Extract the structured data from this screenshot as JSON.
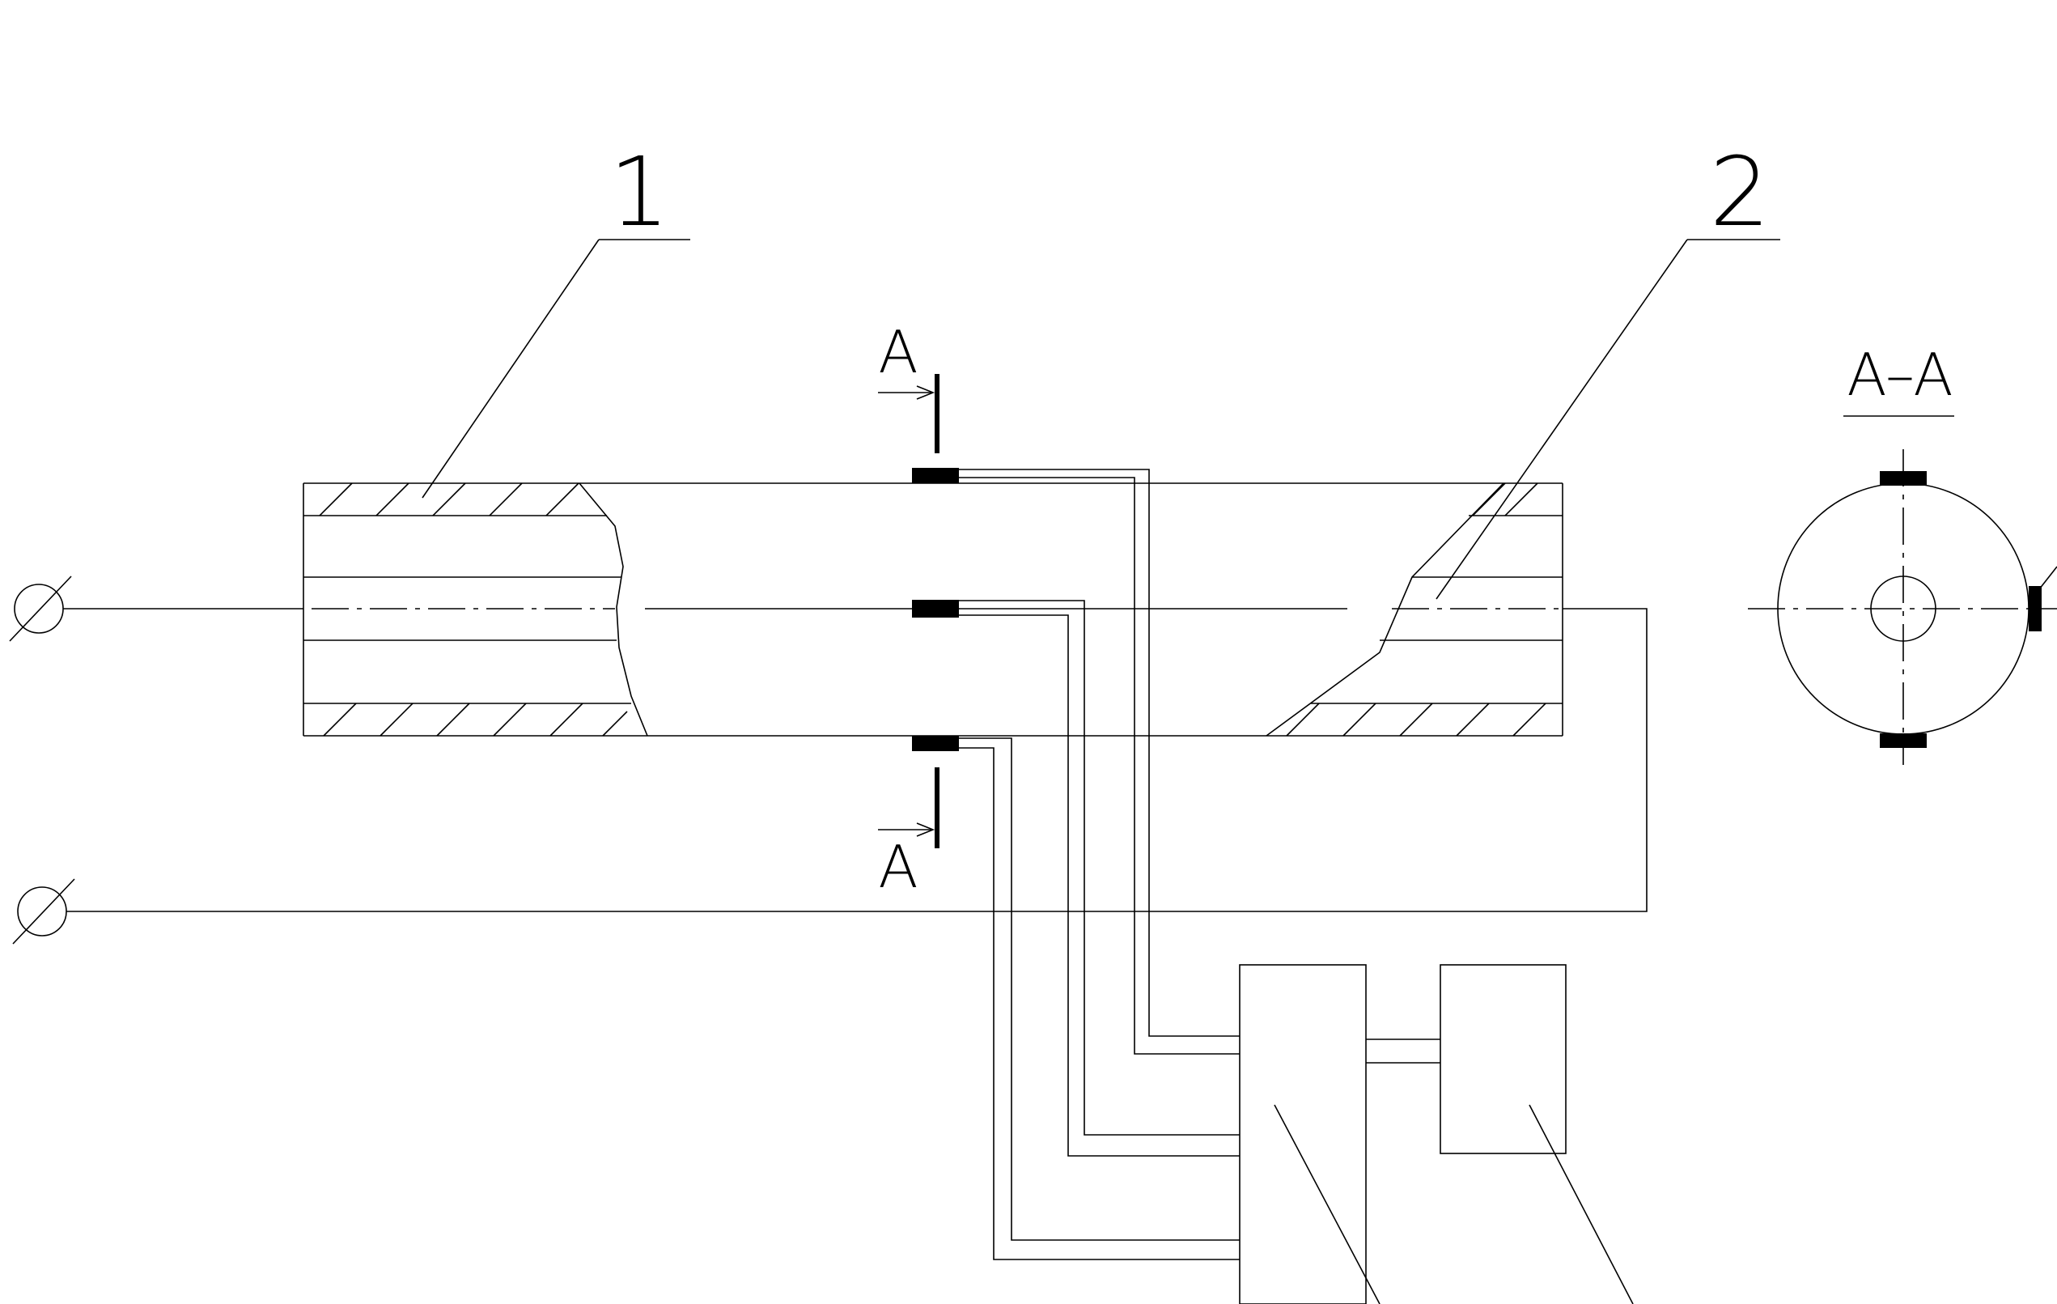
{
  "labels": {
    "part1": "1",
    "part2": "2",
    "section_marker_top": "A",
    "section_marker_bottom": "A",
    "section_view_title": "A–A"
  },
  "colors": {
    "line": "#000000",
    "background": "#ffffff"
  }
}
